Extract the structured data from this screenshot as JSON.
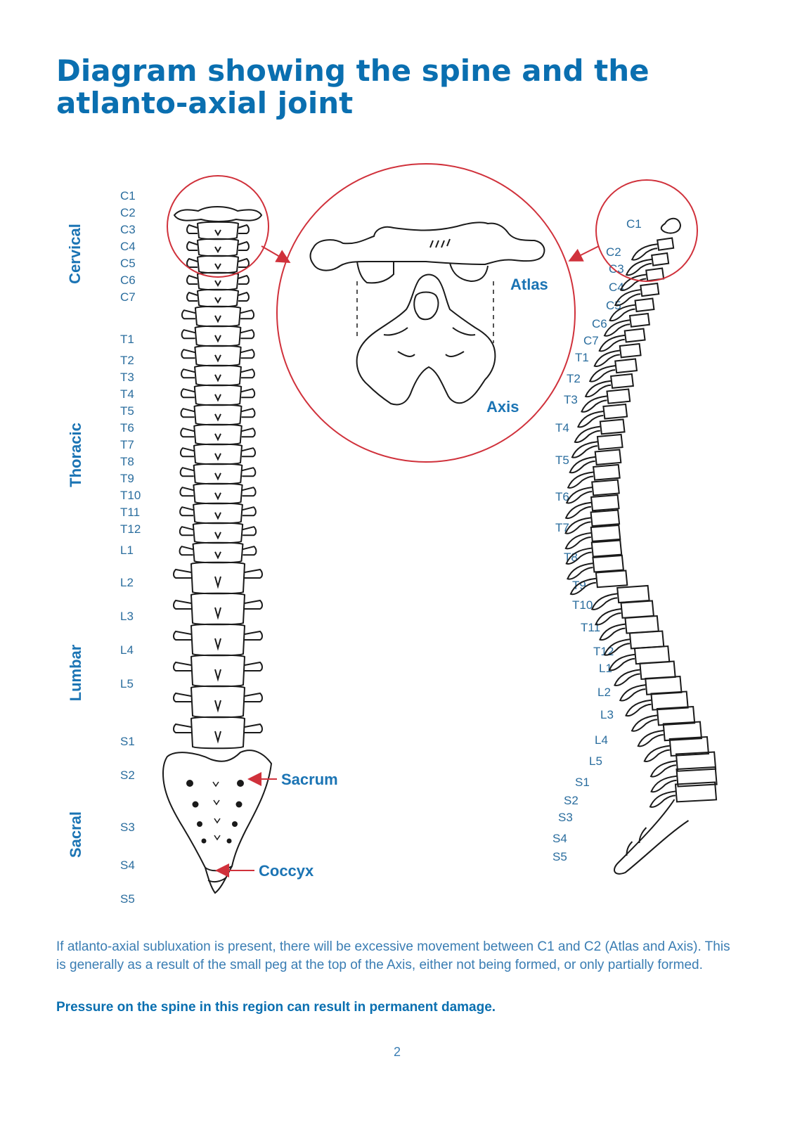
{
  "title": "Diagram showing the spine and the atlanto-axial joint",
  "regions": {
    "cervical": "Cervical",
    "thoracic": "Thoracic",
    "lumbar": "Lumbar",
    "sacral": "Sacral"
  },
  "front_labels": [
    "C1",
    "C2",
    "C3",
    "C4",
    "C5",
    "C6",
    "C7",
    "T1",
    "T2",
    "T3",
    "T4",
    "T5",
    "T6",
    "T7",
    "T8",
    "T9",
    "T10",
    "T11",
    "T12",
    "L1",
    "L2",
    "L3",
    "L4",
    "L5",
    "S1",
    "S2",
    "S3",
    "S4",
    "S5"
  ],
  "side_labels": [
    "C1",
    "C2",
    "C3",
    "C4",
    "C5",
    "C6",
    "C7",
    "T1",
    "T2",
    "T3",
    "T4",
    "T5",
    "T6",
    "T7",
    "T8",
    "T9",
    "T10",
    "T11",
    "T12",
    "L1",
    "L2",
    "L3",
    "L4",
    "L5",
    "S1",
    "S2",
    "S3",
    "S4",
    "S5"
  ],
  "callouts": {
    "atlas": "Atlas",
    "axis": "Axis",
    "sacrum": "Sacrum",
    "coccyx": "Coccyx"
  },
  "body_text": "If atlanto-axial subluxation is present, there will be excessive movement between C1 and C2 (Atlas and Axis). This is generally as a result of the small peg at the top of the Axis, either not being formed, or only partially formed.",
  "warning": "Pressure on the spine in this region can result in permanent damage.",
  "page_number": "2",
  "colors": {
    "heading": "#0a6fb0",
    "label": "#1b74b4",
    "highlight_circle": "#d0313b",
    "line_art": "#1a1a1a"
  }
}
